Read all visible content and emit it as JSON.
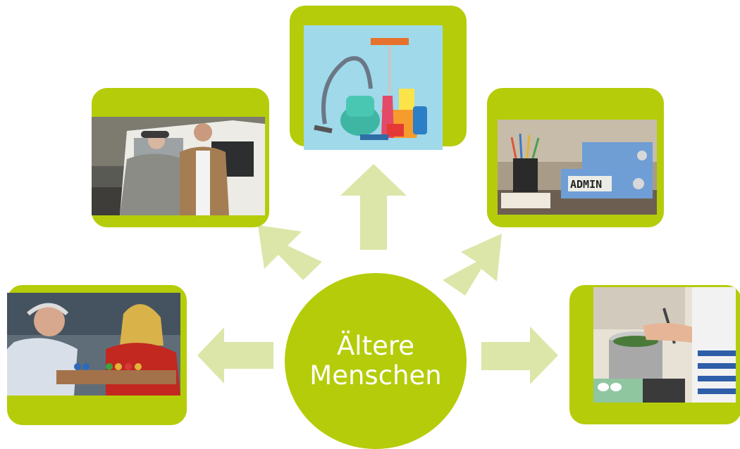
{
  "center": {
    "line1": "Ältere",
    "line2": "Menschen"
  },
  "colors": {
    "accent": "#b5cc0a",
    "arrow": "#dbe6a8",
    "center_text": "#ffffff"
  },
  "cards": [
    {
      "id": "transport",
      "subject": "older man and younger man next to white van"
    },
    {
      "id": "cleaning",
      "subject": "vacuum cleaner and cleaning supplies illustration"
    },
    {
      "id": "admin",
      "subject": "blue binders labelled ADMIN and pencil cup",
      "label": "ADMIN"
    },
    {
      "id": "games",
      "subject": "elderly man and woman playing a board game"
    },
    {
      "id": "cooking",
      "subject": "person stirring a cooking pot on a stove"
    }
  ]
}
